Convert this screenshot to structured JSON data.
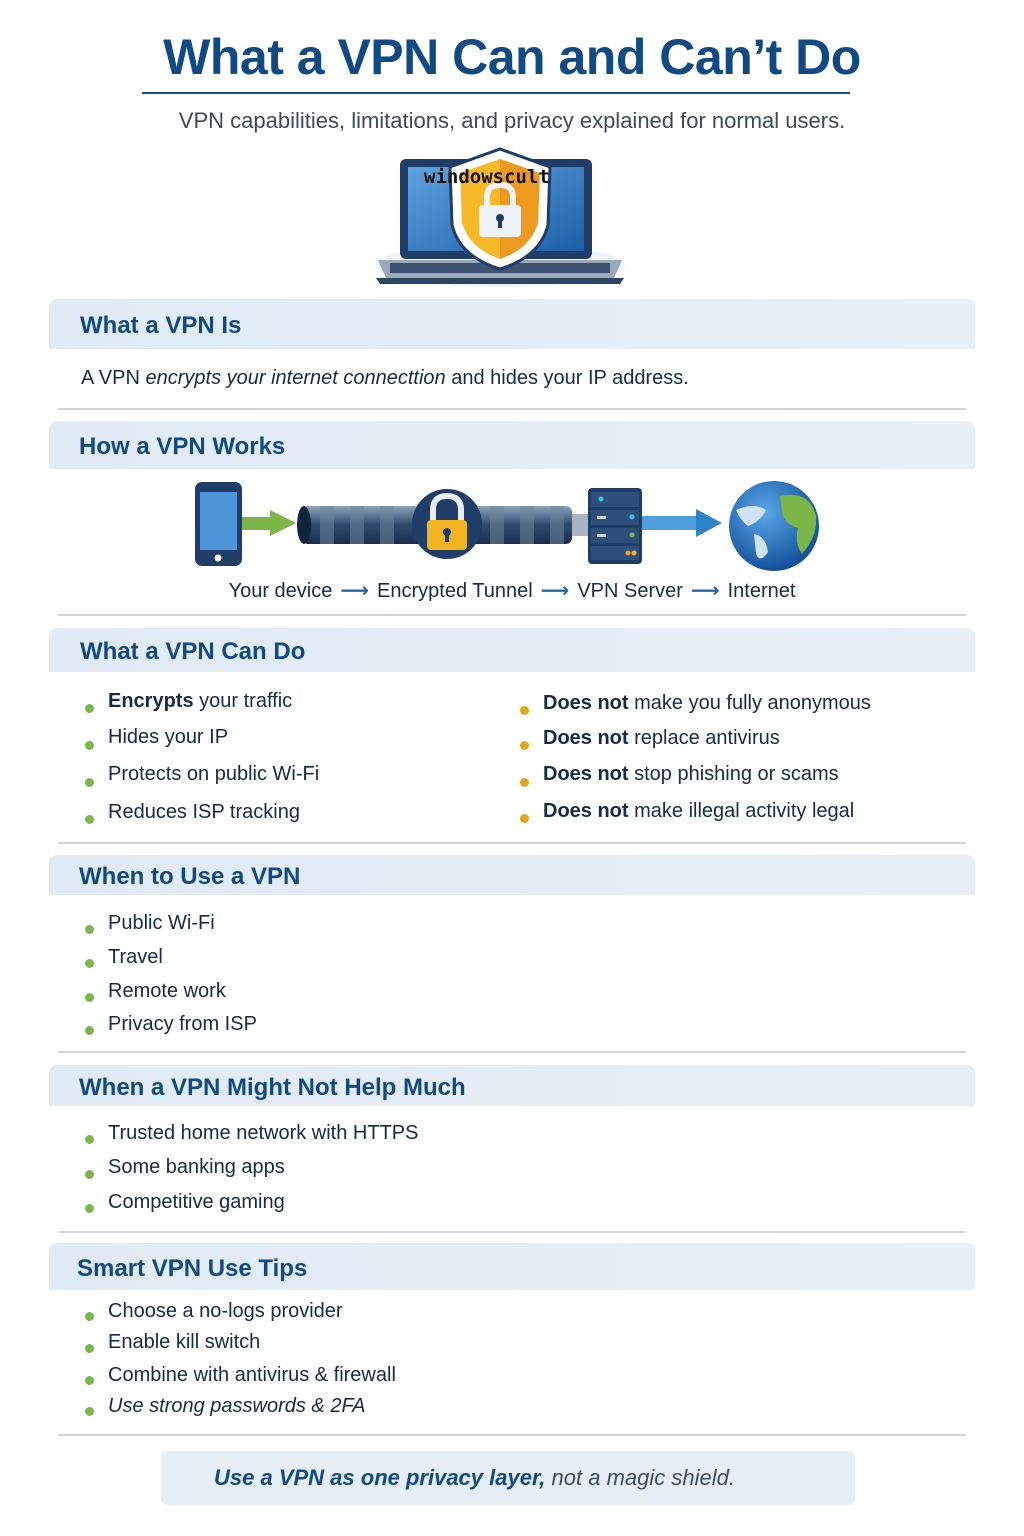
{
  "header": {
    "title": "What a VPN Can and Can’t Do",
    "subtitle": "VPN capabilities, limitations, and privacy explained for normal users.",
    "hero_icon": "laptop-shield-lock-icon",
    "watermark": "windowscult"
  },
  "sections": {
    "what_is": {
      "title": "What a VPN Is",
      "text_pre": "A VPN ",
      "text_em": "encrypts",
      "text_em2": " your internet connecttion",
      "text_post": " and hides your IP address."
    },
    "how_works": {
      "title": "How a VPN Works",
      "icons": [
        "smartphone-icon",
        "green-arrow-icon",
        "encrypted-tunnel-lock-icon",
        "server-icon",
        "blue-arrow-icon",
        "globe-icon"
      ],
      "steps": [
        "Your device",
        "Encrypted Tunnel",
        "VPN Server",
        "Internet"
      ],
      "arrow": "⟶"
    },
    "can_do": {
      "title": "What a VPN Can Do",
      "can": [
        {
          "bold": "Encrypts",
          "rest": " your traffic"
        },
        {
          "bold": "",
          "rest": "Hides your IP"
        },
        {
          "bold": "",
          "rest": "Protects on public Wi-Fi"
        },
        {
          "bold": "",
          "rest": "Reduces ISP tracking"
        }
      ],
      "cannot": [
        {
          "bold": "Does not",
          "rest": " make you fully anonymous"
        },
        {
          "bold": "Does not",
          "rest": " replace antivirus"
        },
        {
          "bold": "Does not",
          "rest": " stop phishing or scams"
        },
        {
          "bold": "Does not",
          "rest": " make illegal activity legal"
        }
      ]
    },
    "when_use": {
      "title": "When to Use a VPN",
      "items": [
        "Public Wi-Fi",
        "Travel",
        "Remote work",
        "Privacy from ISP"
      ]
    },
    "not_help": {
      "title": "When a VPN Might Not Help Much",
      "items": [
        "Trusted home network with HTTPS",
        "Some banking apps",
        "Competitive gaming"
      ]
    },
    "tips": {
      "title": "Smart VPN Use Tips",
      "items": [
        "Choose a no-logs provider",
        "Enable kill switch",
        "Combine with antivirus & firewall",
        "Use strong passwords & 2FA"
      ]
    }
  },
  "footer": {
    "bold": "Use a VPN as one privacy layer,",
    "rest": " not a magic shield."
  },
  "colors": {
    "title_blue": "#0f4a85",
    "section_band": "#e4edf6",
    "bullet_green": "#7ab648",
    "bullet_amber": "#e1a81c",
    "shield_orange": "#f0a321"
  }
}
